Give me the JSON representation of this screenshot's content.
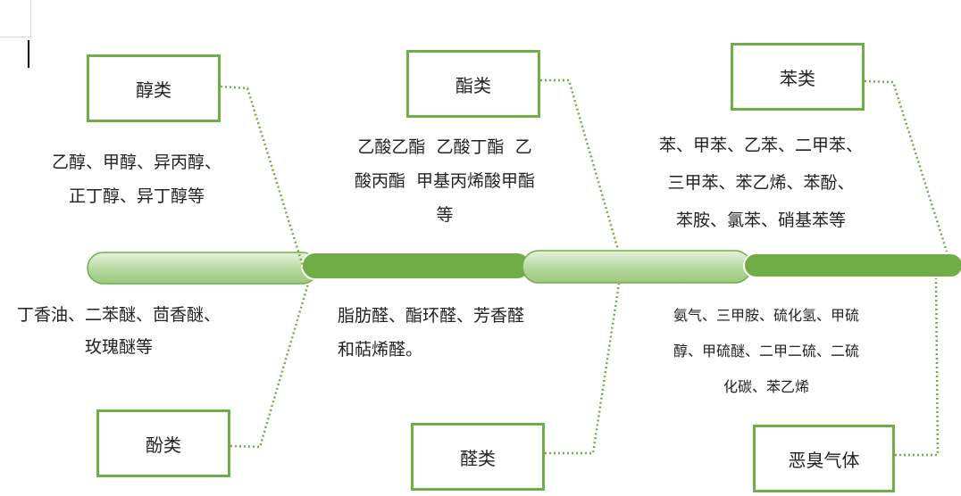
{
  "diagram": {
    "categories": {
      "alcohols": "醇类",
      "esters": "酯类",
      "benzenes": "苯类",
      "phenols": "酚类",
      "aldehydes": "醛类",
      "malodorous": "恶臭气体"
    },
    "examples": {
      "alcohols": [
        "乙醇、甲醇、异丙醇、",
        "正丁醇、异丁醇等"
      ],
      "esters": [
        "乙酸乙酯  乙酸丁酯  乙",
        "酸丙酯  甲基丙烯酸甲酯",
        "等"
      ],
      "benzenes": [
        "苯、甲苯、乙苯、二甲苯、",
        "三甲苯、苯乙烯、苯酚、",
        "苯胺、氯苯、硝基苯等"
      ],
      "phenols": [
        "丁香油、二苯醚、茴香醚、",
        "玫瑰醚等"
      ],
      "aldehydes": [
        "脂肪醛、酯环醛、芳香醛",
        "和萜烯醛。"
      ],
      "malodorous": [
        "氨气、三甲胺、硫化氢、甲硫",
        "醇、甲硫醚、二甲二硫、二硫",
        "化碳、苯乙烯"
      ]
    },
    "colors": {
      "box_border": "#70ad47",
      "bar_dark": "#70ad47",
      "bar_light": "#a9d18e",
      "connector": "#70ad47"
    }
  }
}
